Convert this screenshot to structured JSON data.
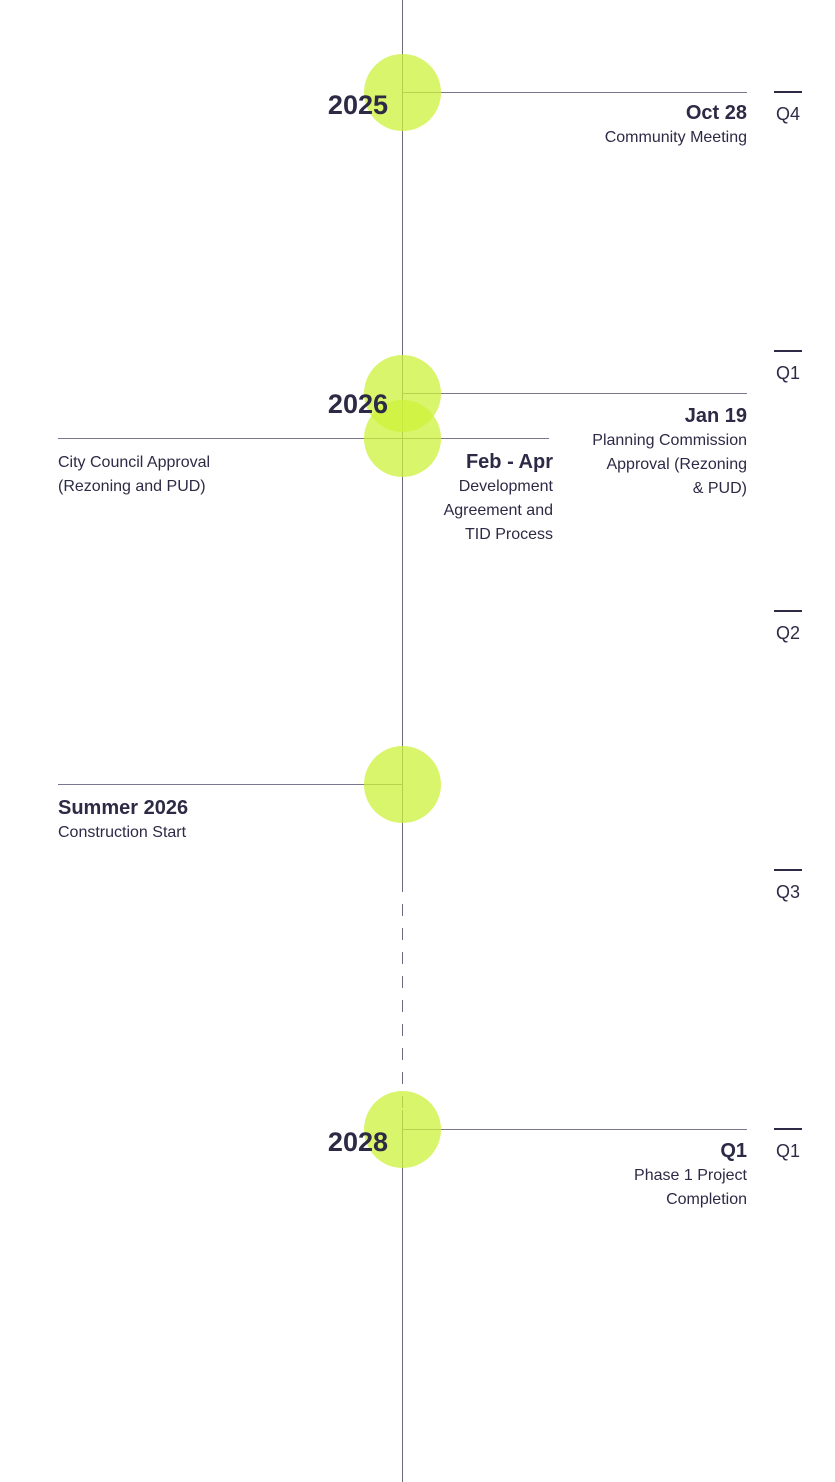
{
  "years": [
    "2025",
    "2026",
    "2028"
  ],
  "quarters": [
    "Q4",
    "Q1",
    "Q2",
    "Q3",
    "Q1"
  ],
  "events": [
    {
      "title": "Oct 28",
      "lines": [
        "Community Meeting"
      ]
    },
    {
      "title": "Jan 19",
      "lines": [
        "Planning Commission",
        "Approval (Rezoning",
        "& PUD)"
      ]
    },
    {
      "title": "Feb - Apr",
      "lines": [
        "Development",
        "Agreement and",
        "TID Process"
      ]
    },
    {
      "title": "",
      "lines": [
        "City Council Approval",
        "(Rezoning and PUD)"
      ]
    },
    {
      "title": "Summer 2026",
      "lines": [
        "Construction Start"
      ]
    },
    {
      "title": "Q1",
      "lines": [
        "Phase 1 Project",
        "Completion"
      ]
    }
  ],
  "colors": {
    "accent": "#ccf23a",
    "text": "#2d2a45",
    "line": "#6e6a80"
  }
}
